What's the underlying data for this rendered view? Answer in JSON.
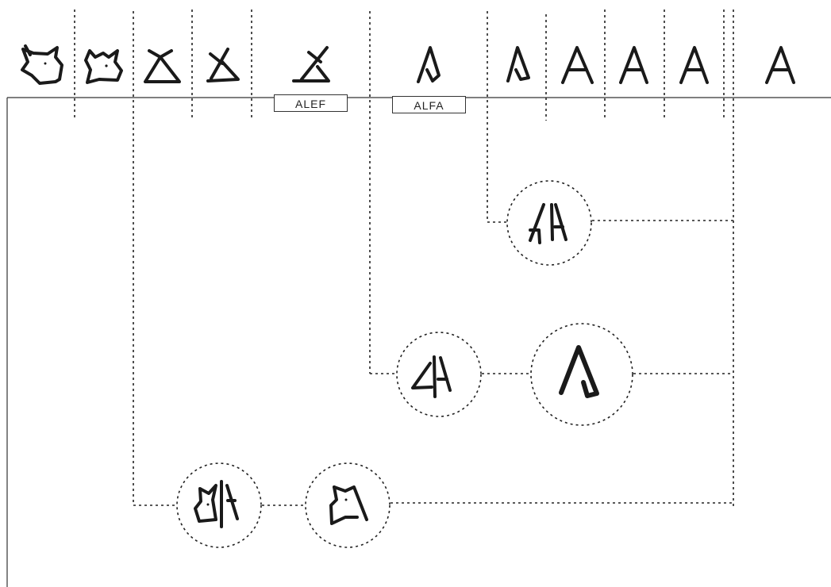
{
  "labels": {
    "alef": "ALEF",
    "alfa": "ALFA"
  },
  "colors": {
    "line": "#222222",
    "glyph": "#1a1a1a",
    "background": "#ffffff"
  },
  "glyph_sequence": [
    "ox-head-1",
    "ox-head-2",
    "proto-aleph-1",
    "proto-aleph-2",
    "aleph",
    "alpha",
    "a-1",
    "a-2",
    "a-3",
    "a-4",
    "a-5"
  ],
  "merge_nodes": [
    "mixed-aleph-alpha",
    "split-aleph-alpha",
    "large-a",
    "split-ox-head",
    "ox-head-aleph"
  ]
}
